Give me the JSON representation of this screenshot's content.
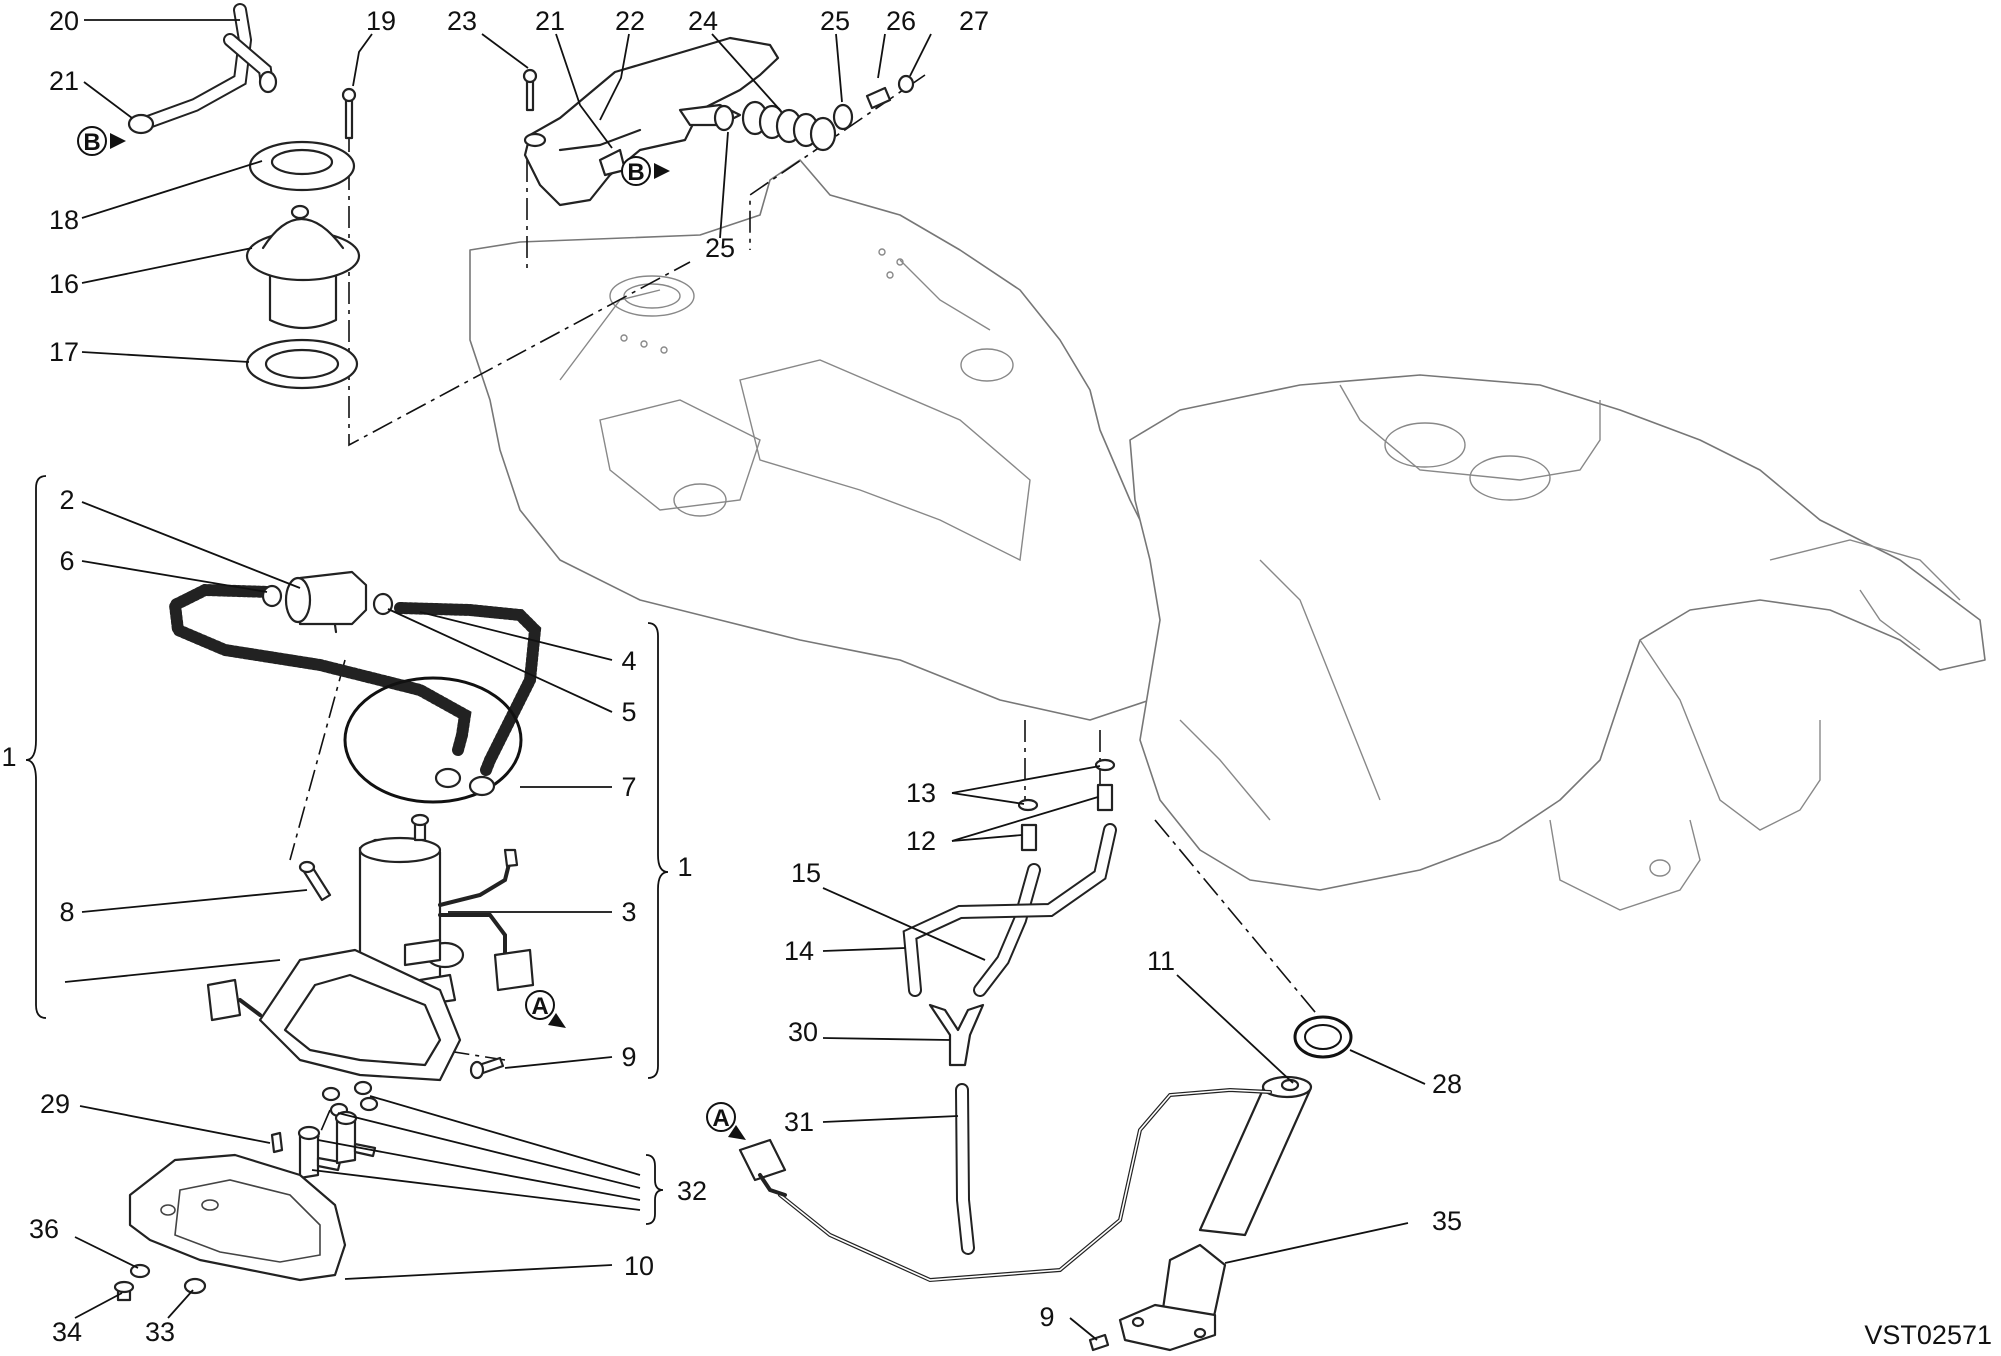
{
  "diagram": {
    "reference_code": "VST02571",
    "view_markers": [
      "A",
      "B"
    ],
    "callouts": {
      "c1": "1",
      "c2": "2",
      "c3": "3",
      "c4": "4",
      "c5": "5",
      "c6": "6",
      "c7": "7",
      "c8": "8",
      "c9": "9",
      "c10": "10",
      "c11": "11",
      "c12": "12",
      "c13": "13",
      "c14": "14",
      "c15": "15",
      "c16": "16",
      "c17": "17",
      "c18": "18",
      "c19": "19",
      "c20": "20",
      "c21": "21",
      "c22": "22",
      "c23": "23",
      "c24": "24",
      "c25": "25",
      "c26": "26",
      "c27": "27",
      "c28": "28",
      "c29": "29",
      "c30": "30",
      "c31": "31",
      "c32": "32",
      "c33": "33",
      "c34": "34",
      "c35": "35",
      "c36": "36"
    }
  }
}
